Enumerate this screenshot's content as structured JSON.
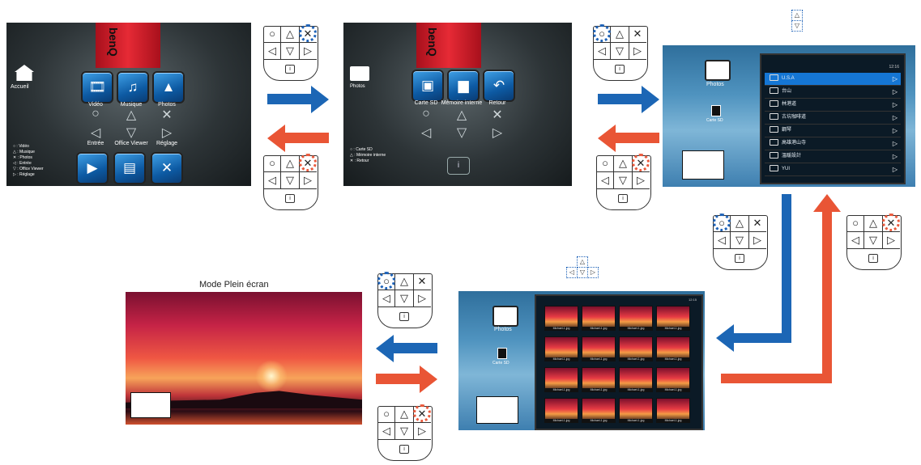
{
  "screen1": {
    "home_label": "Accueil",
    "brand": "benQ",
    "tiles_top": [
      "Vidéo",
      "Musique",
      "Photos"
    ],
    "tiles_mid": [
      "Entrée",
      "Office Viewer",
      "Réglage"
    ],
    "legend": [
      "○ : Vidéo",
      "△ : Musique",
      "✕ : Photos",
      "◁ : Entrée",
      "▽ : Office Viewer",
      "▷ : Réglage"
    ]
  },
  "screen2": {
    "side_label": "Photos",
    "brand": "benQ",
    "tiles": [
      "Carte SD",
      "Mémoire interne",
      "Retour"
    ],
    "legend": [
      "○ : Carte SD",
      "△ : Mémoire interne",
      "✕ : Retour"
    ],
    "info_glyph": "i"
  },
  "screen3": {
    "side_label": "Photos",
    "source_label": "Carte SD",
    "time": "12:16",
    "folders": [
      "U.S.A",
      "台山",
      "林港道",
      "古坑咖啡道",
      "鋼琴",
      "高雄港山寺",
      "溫暖設計",
      "YUI"
    ]
  },
  "screen4": {
    "side_label": "Photos",
    "source_label": "Carte SD",
    "time": "12:15",
    "thumb_caption": "Michael-1.jpg"
  },
  "screen5": {
    "title": "Mode Plein écran"
  },
  "remote": {
    "circle": "○",
    "triangle": "△",
    "cross": "✕",
    "left": "◁",
    "down": "▽",
    "right": "▷",
    "info": "i"
  },
  "colors": {
    "forward": "#1c66b5",
    "back": "#e95535",
    "ribbon": "#e62a35"
  }
}
